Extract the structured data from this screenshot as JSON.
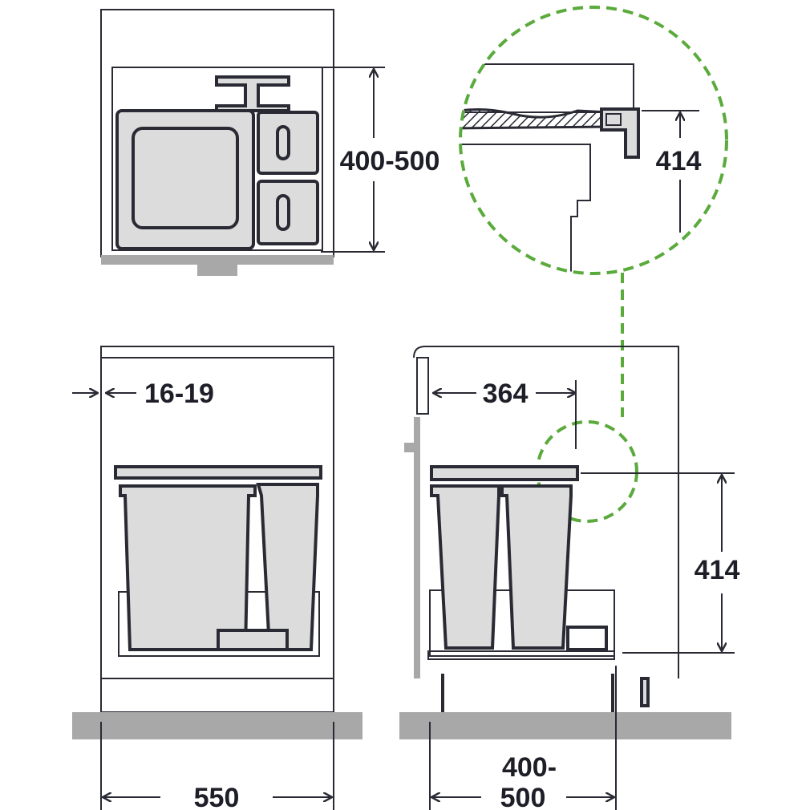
{
  "colors": {
    "outline": "#2a2a35",
    "bin_fill": "#dcdcdc",
    "detail_circle": "#5aaa3c",
    "floor": "#a8a8a8"
  },
  "top_view": {
    "height_label": "400-500"
  },
  "detail_view": {
    "height_label": "414"
  },
  "front_view": {
    "panel_thickness_label": "16-19",
    "width_label": "550"
  },
  "side_view": {
    "bin_depth_label": "364",
    "height_label": "414",
    "depth_label_line1": "400-",
    "depth_label_line2": "500"
  }
}
